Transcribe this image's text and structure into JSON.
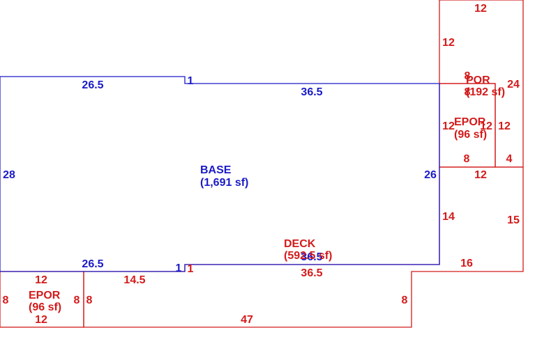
{
  "colors": {
    "base": "#1a1ac8",
    "addition": "#d41a1a",
    "background": "#ffffff"
  },
  "areas": {
    "base": {
      "name": "BASE",
      "area": "(1,691 sf)"
    },
    "deck": {
      "name": "DECK",
      "area": "(592.5 sf)"
    },
    "epor_left": {
      "name": "EPOR",
      "area": "(96 sf)"
    },
    "epor_right": {
      "name": "EPOR",
      "area": "(96 sf)"
    },
    "por": {
      "name": "POR",
      "area": "(192 sf)"
    }
  },
  "dimensions": {
    "base_top_left": "26.5",
    "base_step_top": "1",
    "base_top_right": "36.5",
    "base_left": "28",
    "base_right": "26",
    "base_bottom_left": "26.5",
    "base_step_bottom_a": "1",
    "base_step_bottom_b": "1",
    "base_bottom_right": "36.5",
    "por_top": "12",
    "por_left_upper": "12",
    "por_right": "24",
    "por_inner_a": "8",
    "por_inner_b": "8",
    "epor_r_left": "12",
    "epor_r_inner": "12",
    "epor_r_right": "12",
    "epor_r_bottom": "8",
    "epor_r_bottom_right": "4",
    "deck_step_top": "12",
    "deck_right_upper": "14",
    "deck_right": "15",
    "deck_step_bottom": "16",
    "deck_top": "36.5",
    "deck_top_left": "14.5",
    "deck_right_lower": "8",
    "deck_bottom": "47",
    "deck_left": "8",
    "epor_l_top": "12",
    "epor_l_bottom": "12",
    "epor_l_left": "8",
    "epor_l_right": "8"
  }
}
